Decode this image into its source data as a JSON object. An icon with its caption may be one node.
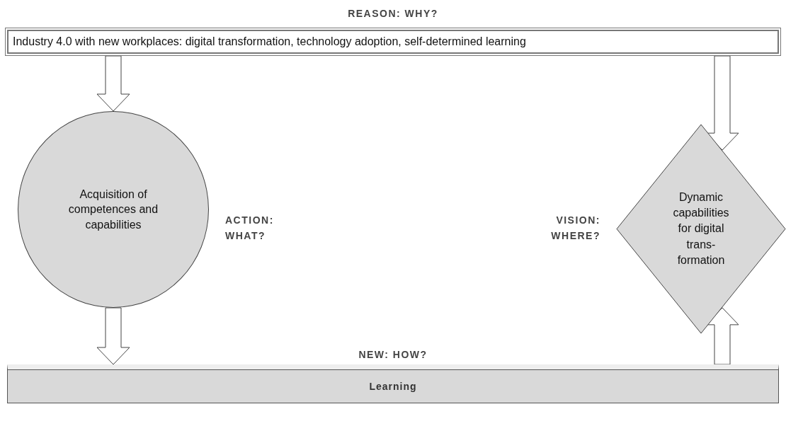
{
  "diagram": {
    "nodes": [
      {
        "text": [
          "Industry 4.0 with new workplaces: digital transformation, technology adoption, self-determined learning"
        ],
        "beside": [
          "REASON: WHY?"
        ]
      },
      {
        "text": [
          "Acquisition of competences and capabilities"
        ],
        "beside": [
          "ACTION: WHAT?"
        ]
      },
      {
        "text": [
          "Dynamic capabilities for digital trans- formation"
        ],
        "beside": [
          "VISION: WHERE?"
        ]
      },
      {
        "text": [
          "Learning"
        ],
        "beside": [
          "NEW: HOW?"
        ]
      }
    ],
    "edges": [
      {
        "from": 0,
        "to": 1,
        "arrow": "to"
      },
      {
        "from": 0,
        "to": 2,
        "arrow": "to"
      },
      {
        "from": 1,
        "to": 3,
        "arrow": "to"
      },
      {
        "from": 3,
        "to": 2,
        "arrow": "to"
      }
    ]
  }
}
